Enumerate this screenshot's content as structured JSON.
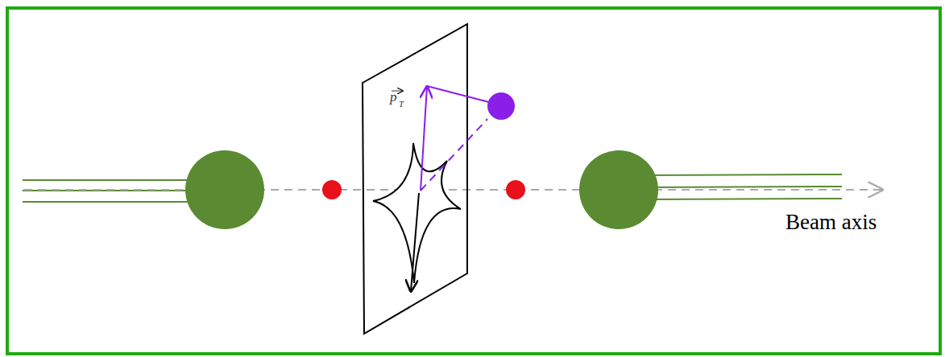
{
  "diagram": {
    "labels": [
      "p",
      "T",
      "Beam axis"
    ]
  }
}
